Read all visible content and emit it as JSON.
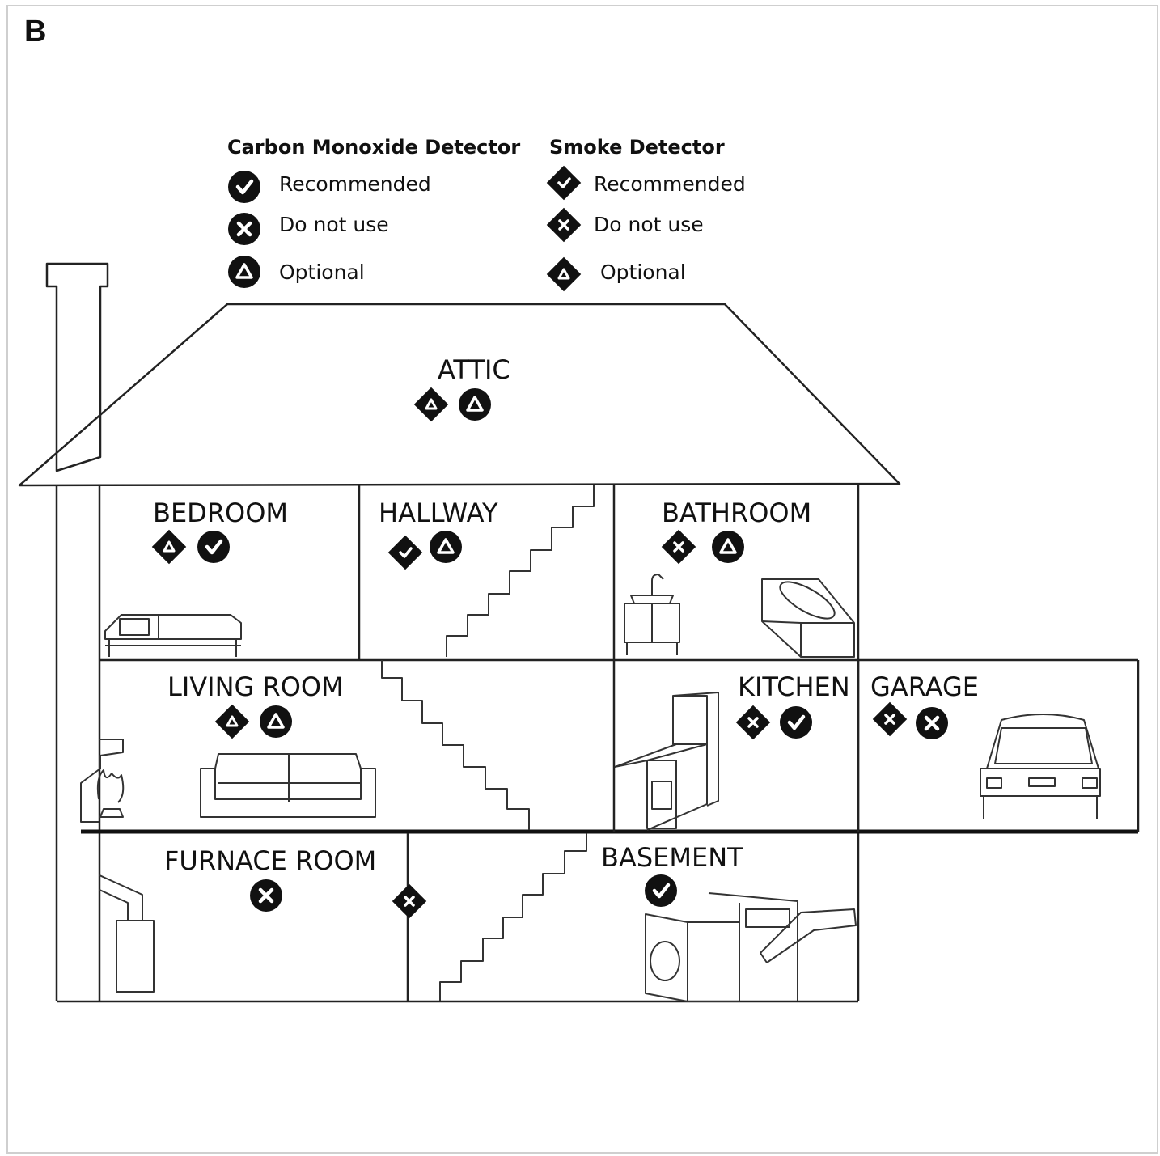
{
  "panel_letter": "B",
  "legend": {
    "co": {
      "title": "Carbon Monoxide Detector",
      "items": [
        {
          "label": "Recommended",
          "icon": "co-recommended-icon"
        },
        {
          "label": "Do not use",
          "icon": "co-do-not-use-icon"
        },
        {
          "label": "Optional",
          "icon": "co-optional-icon"
        }
      ]
    },
    "smoke": {
      "title": "Smoke Detector",
      "items": [
        {
          "label": "Recommended",
          "icon": "smoke-recommended-icon"
        },
        {
          "label": "Do not use",
          "icon": "smoke-do-not-use-icon"
        },
        {
          "label": "Optional",
          "icon": "smoke-optional-icon"
        }
      ]
    }
  },
  "rooms": {
    "attic": {
      "label": "ATTIC",
      "smoke": "optional",
      "co": "optional"
    },
    "bedroom": {
      "label": "BEDROOM",
      "smoke": "optional",
      "co": "recommended"
    },
    "hallway": {
      "label": "HALLWAY",
      "smoke": "recommended",
      "co": "optional"
    },
    "bathroom": {
      "label": "BATHROOM",
      "smoke": "do-not-use",
      "co": "optional"
    },
    "living_room": {
      "label": "LIVING ROOM",
      "smoke": "optional",
      "co": "optional"
    },
    "kitchen": {
      "label": "KITCHEN",
      "smoke": "do-not-use",
      "co": "recommended"
    },
    "garage": {
      "label": "GARAGE",
      "smoke": "do-not-use",
      "co": "do-not-use"
    },
    "furnace_room": {
      "label": "FURNACE ROOM",
      "co": "do-not-use"
    },
    "furnace_wall": {
      "smoke": "do-not-use"
    },
    "basement": {
      "label": "BASEMENT",
      "co": "recommended"
    }
  }
}
